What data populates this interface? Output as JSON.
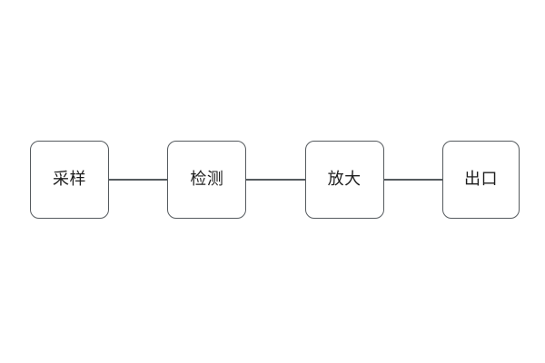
{
  "diagram": {
    "type": "linear-flowchart",
    "orientation": "horizontal",
    "background_color": "#ffffff",
    "node_border_color": "#555a5e",
    "node_fill_color": "#ffffff",
    "connector_color": "#565b5f",
    "label_color": "#1e1e1e",
    "nodes": [
      {
        "id": "sampling",
        "label": "采样"
      },
      {
        "id": "detection",
        "label": "检测"
      },
      {
        "id": "amplification",
        "label": "放大"
      },
      {
        "id": "output",
        "label": "出口"
      }
    ],
    "connectors": [
      {
        "from": "sampling",
        "to": "detection"
      },
      {
        "from": "detection",
        "to": "amplification"
      },
      {
        "from": "amplification",
        "to": "output"
      }
    ]
  }
}
